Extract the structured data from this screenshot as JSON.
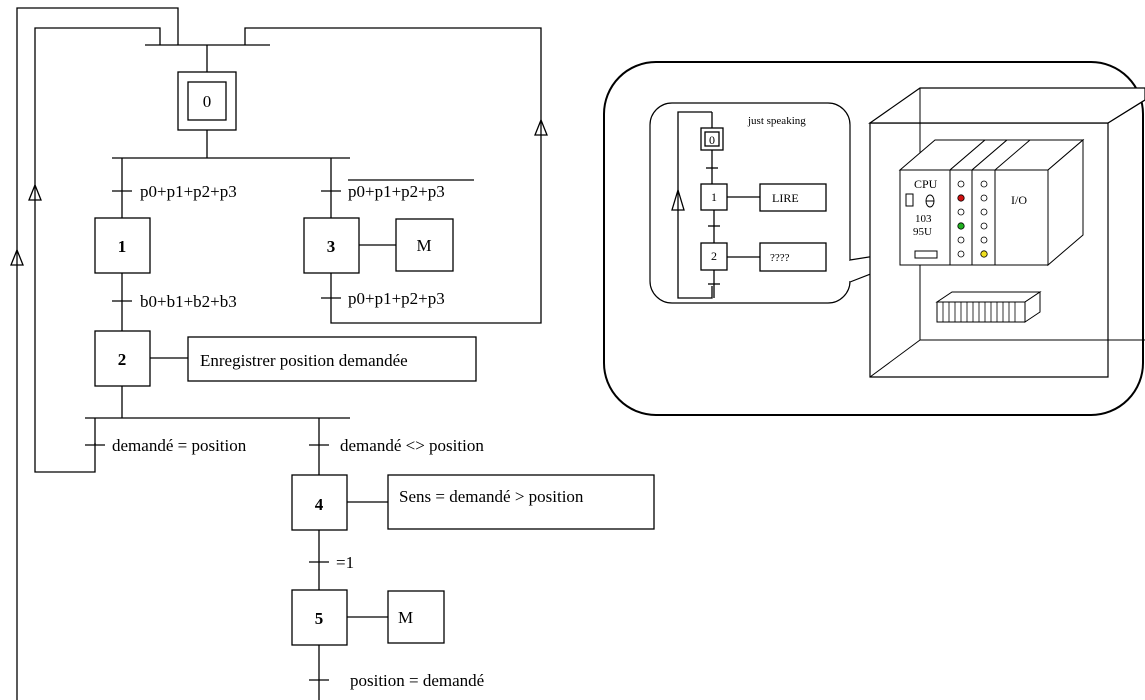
{
  "grafcet": {
    "steps": {
      "s0": "0",
      "s1": "1",
      "s2": "2",
      "s3": "3",
      "s4": "4",
      "s5": "5"
    },
    "transitions": {
      "t0_1": "p0+p1+p2+p3",
      "t0_3": "p0+p1+p2+p3",
      "t1_2": "b0+b1+b2+b3",
      "t3_0": "p0+p1+p2+p3",
      "t2_0": "demandé = position",
      "t2_4": "demandé <> position",
      "t4_5": "=1",
      "t5_out": "position = demandé"
    },
    "actions": {
      "a2": "Enregistrer position demandée",
      "a3": "M",
      "a4": "Sens = demandé > position",
      "a5": "M"
    }
  },
  "inset": {
    "caption": "just speaking",
    "mini_steps": {
      "s0": "0",
      "s1": "1",
      "s2": "2"
    },
    "mini_actions": {
      "a1": "LIRE",
      "a2": "????"
    },
    "plc": {
      "cpu_label": "CPU",
      "model_top": "103",
      "model_bottom": "95U",
      "io_label": "I/O",
      "led_colors": {
        "red": "#d01010",
        "green": "#20b020",
        "yellow": "#f0e020"
      }
    }
  }
}
